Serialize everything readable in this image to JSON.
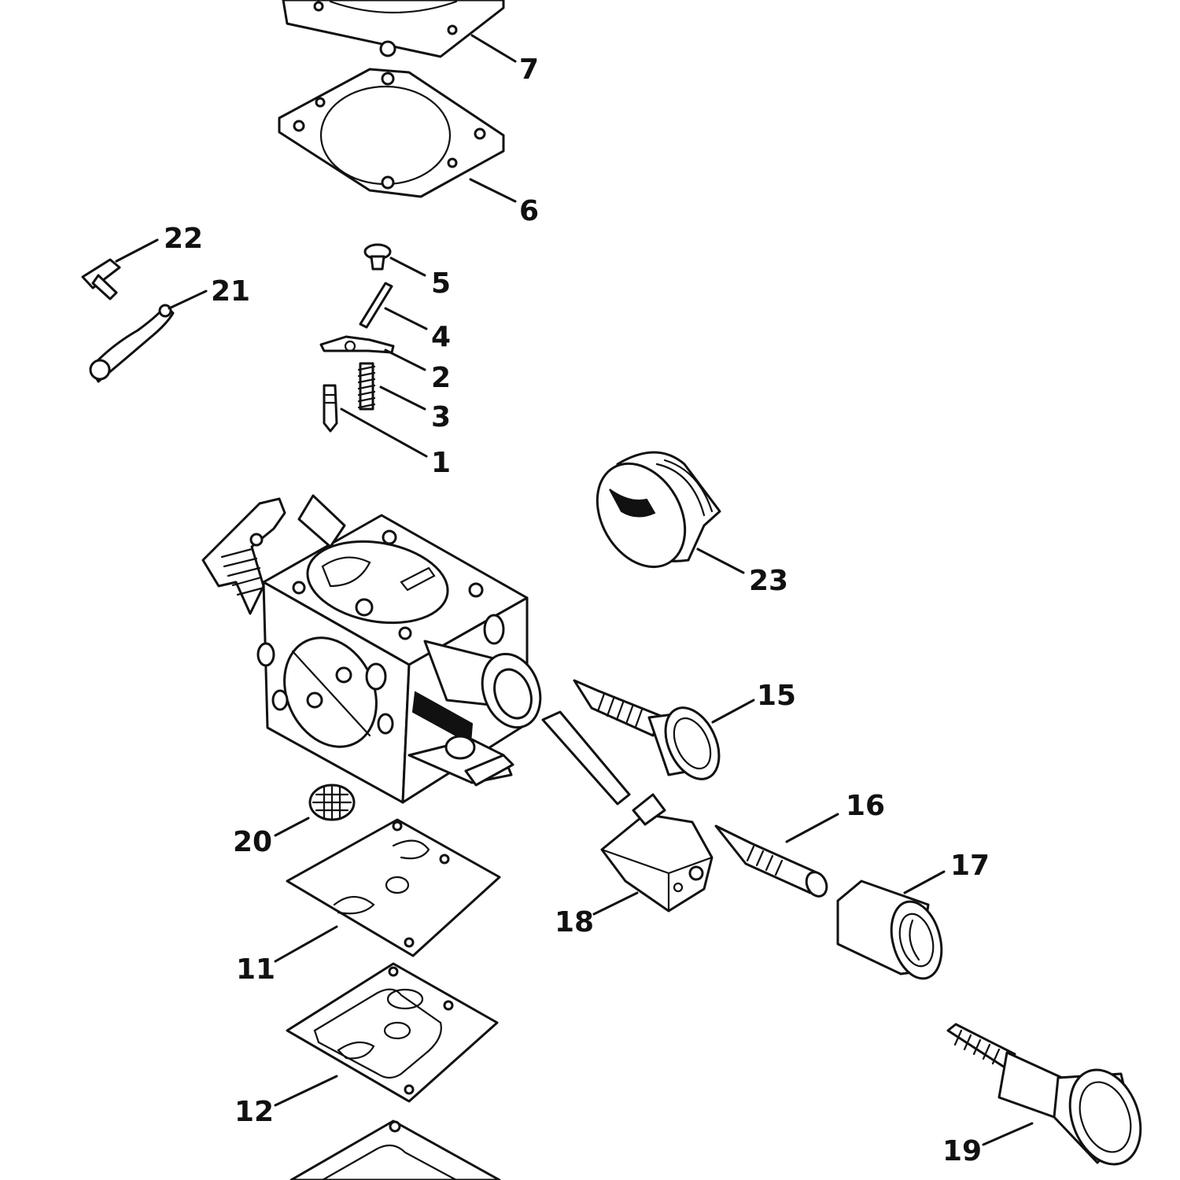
{
  "colors": {
    "line": "#111111",
    "background": "#ffffff"
  },
  "callouts": [
    {
      "key": "c7",
      "label": "7"
    },
    {
      "key": "c6",
      "label": "6"
    },
    {
      "key": "c22",
      "label": "22"
    },
    {
      "key": "c21",
      "label": "21"
    },
    {
      "key": "c5",
      "label": "5"
    },
    {
      "key": "c4",
      "label": "4"
    },
    {
      "key": "c2",
      "label": "2"
    },
    {
      "key": "c3",
      "label": "3"
    },
    {
      "key": "c1",
      "label": "1"
    },
    {
      "key": "c23",
      "label": "23"
    },
    {
      "key": "c15",
      "label": "15"
    },
    {
      "key": "c16",
      "label": "16"
    },
    {
      "key": "c17",
      "label": "17"
    },
    {
      "key": "c18",
      "label": "18"
    },
    {
      "key": "c20",
      "label": "20"
    },
    {
      "key": "c11",
      "label": "11"
    },
    {
      "key": "c12",
      "label": "12"
    },
    {
      "key": "c19",
      "label": "19"
    }
  ]
}
